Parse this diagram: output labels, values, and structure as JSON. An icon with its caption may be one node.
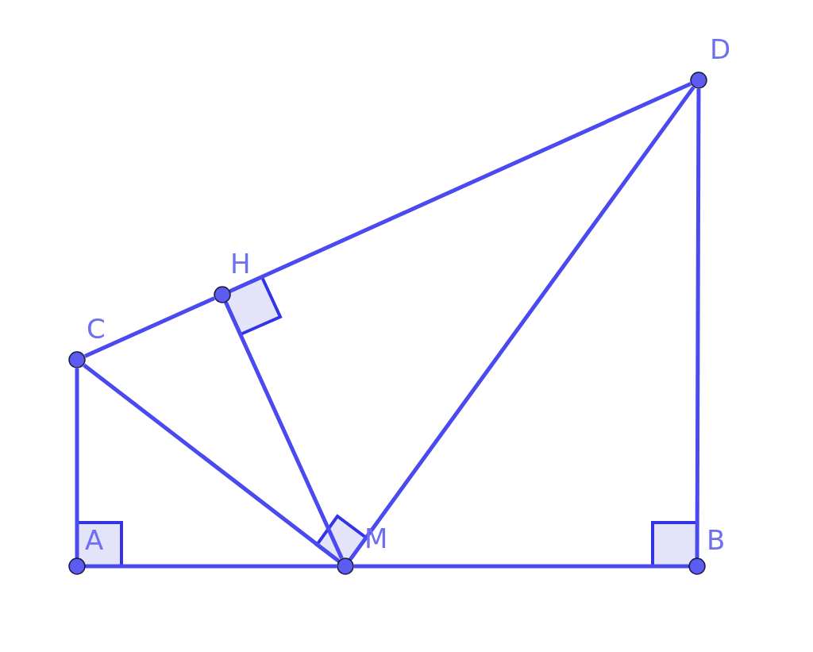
{
  "diagram": {
    "nodes": [
      {
        "text": [
          "D"
        ]
      },
      {
        "text": [
          "H"
        ]
      },
      {
        "text": [
          "C"
        ]
      },
      {
        "text": [
          "A"
        ]
      },
      {
        "text": [
          "M"
        ]
      },
      {
        "text": [
          "B"
        ]
      }
    ],
    "edges": [
      {
        "from": 3,
        "to": 2,
        "arrow": "none"
      },
      {
        "from": 2,
        "to": 1,
        "arrow": "none"
      },
      {
        "from": 1,
        "to": 0,
        "arrow": "none"
      },
      {
        "from": 0,
        "to": 5,
        "arrow": "none"
      },
      {
        "from": 3,
        "to": 4,
        "arrow": "none"
      },
      {
        "from": 4,
        "to": 5,
        "arrow": "none"
      },
      {
        "from": 2,
        "to": 4,
        "arrow": "none"
      },
      {
        "from": 1,
        "to": 4,
        "arrow": "none"
      },
      {
        "from": 4,
        "to": 0,
        "arrow": "none"
      }
    ]
  }
}
